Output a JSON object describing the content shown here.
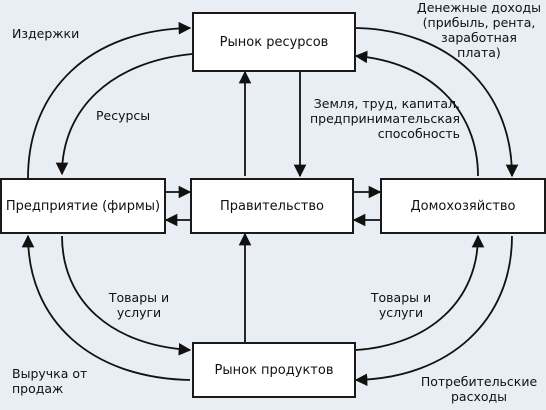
{
  "nodes": {
    "resource_market": "Рынок ресурсов",
    "firms": "Предприятие (фирмы)",
    "government": "Правительство",
    "households": "Домохозяйство",
    "product_market": "Рынок продуктов"
  },
  "labels": {
    "costs": "Издержки",
    "income": [
      "Денежные доходы",
      "(прибыль, рента,",
      "заработная",
      "плата)"
    ],
    "resources": "Ресурсы",
    "factors": [
      "Земля, труд, капитал,",
      "предпринимательская",
      "способность"
    ],
    "goods_left": [
      "Товары и",
      "услуги"
    ],
    "goods_right": [
      "Товары и",
      "услуги"
    ],
    "revenue": [
      "Выручка от",
      "продаж"
    ],
    "spending": [
      "Потребительские",
      "расходы"
    ]
  }
}
